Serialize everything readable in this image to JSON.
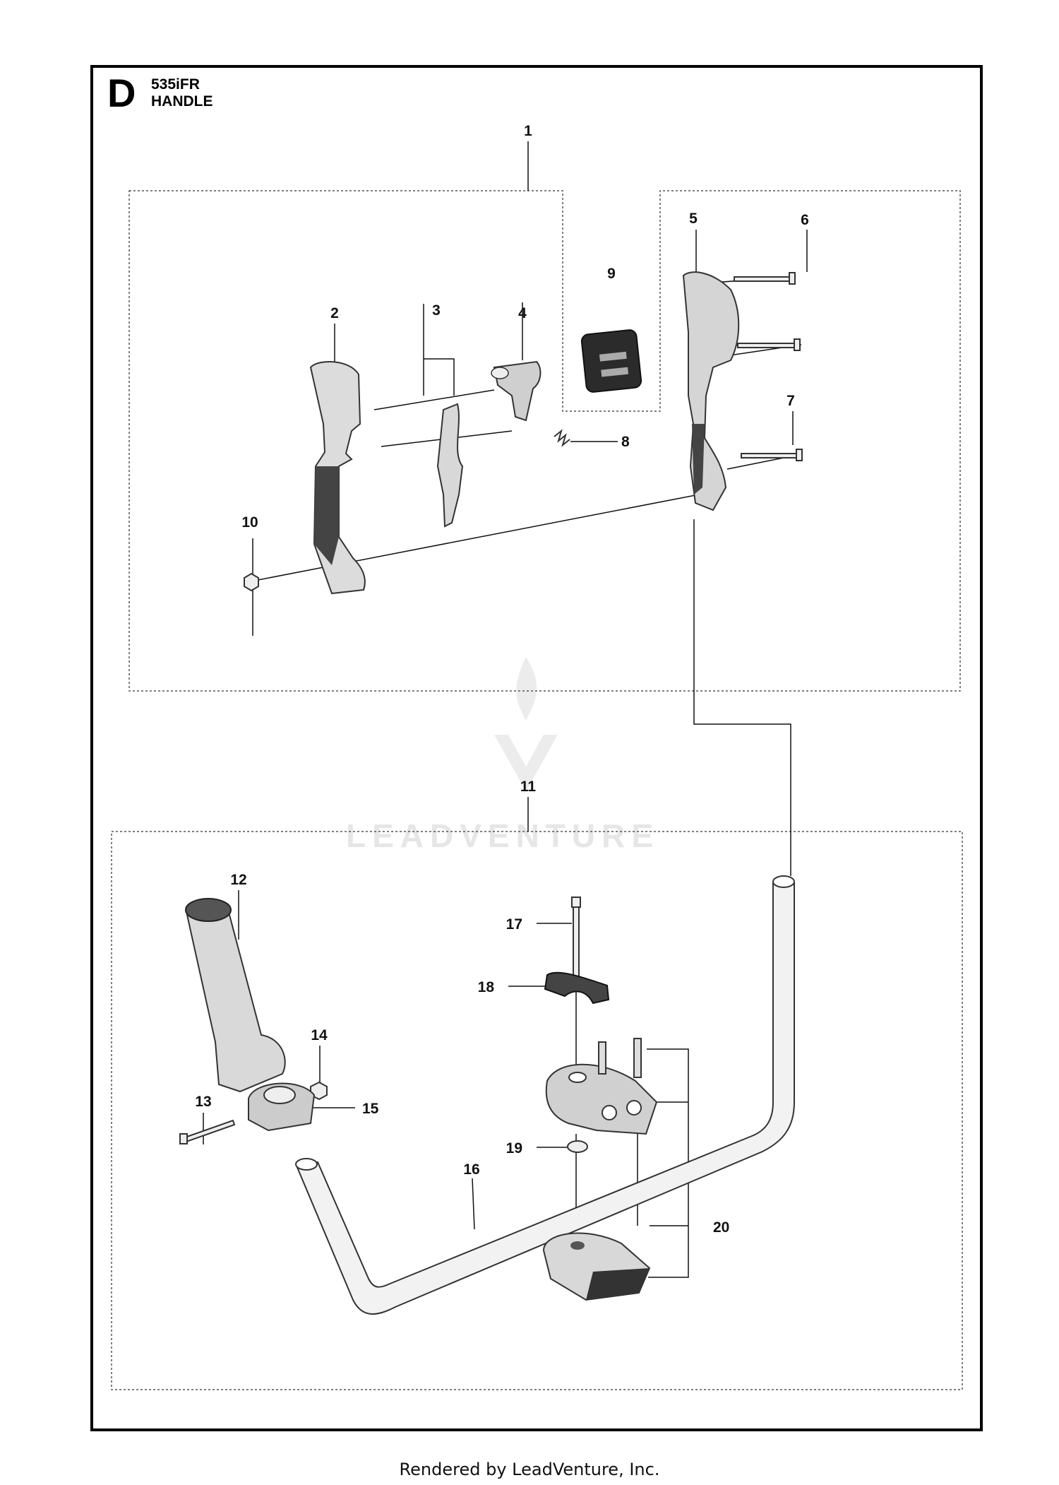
{
  "section": {
    "letter": "D",
    "model": "535iFR",
    "title": "HANDLE"
  },
  "watermark": {
    "brand": "LEADVENTURE"
  },
  "footer": {
    "text": "Rendered by LeadVenture, Inc."
  },
  "callouts": [
    "1",
    "2",
    "3",
    "4",
    "5",
    "6",
    "7",
    "8",
    "9",
    "10",
    "11",
    "12",
    "13",
    "14",
    "15",
    "16",
    "17",
    "18",
    "19",
    "20"
  ],
  "colors": {
    "line": "#111111",
    "part": "#3a3a3a",
    "watermark": "#e6e6e6"
  }
}
